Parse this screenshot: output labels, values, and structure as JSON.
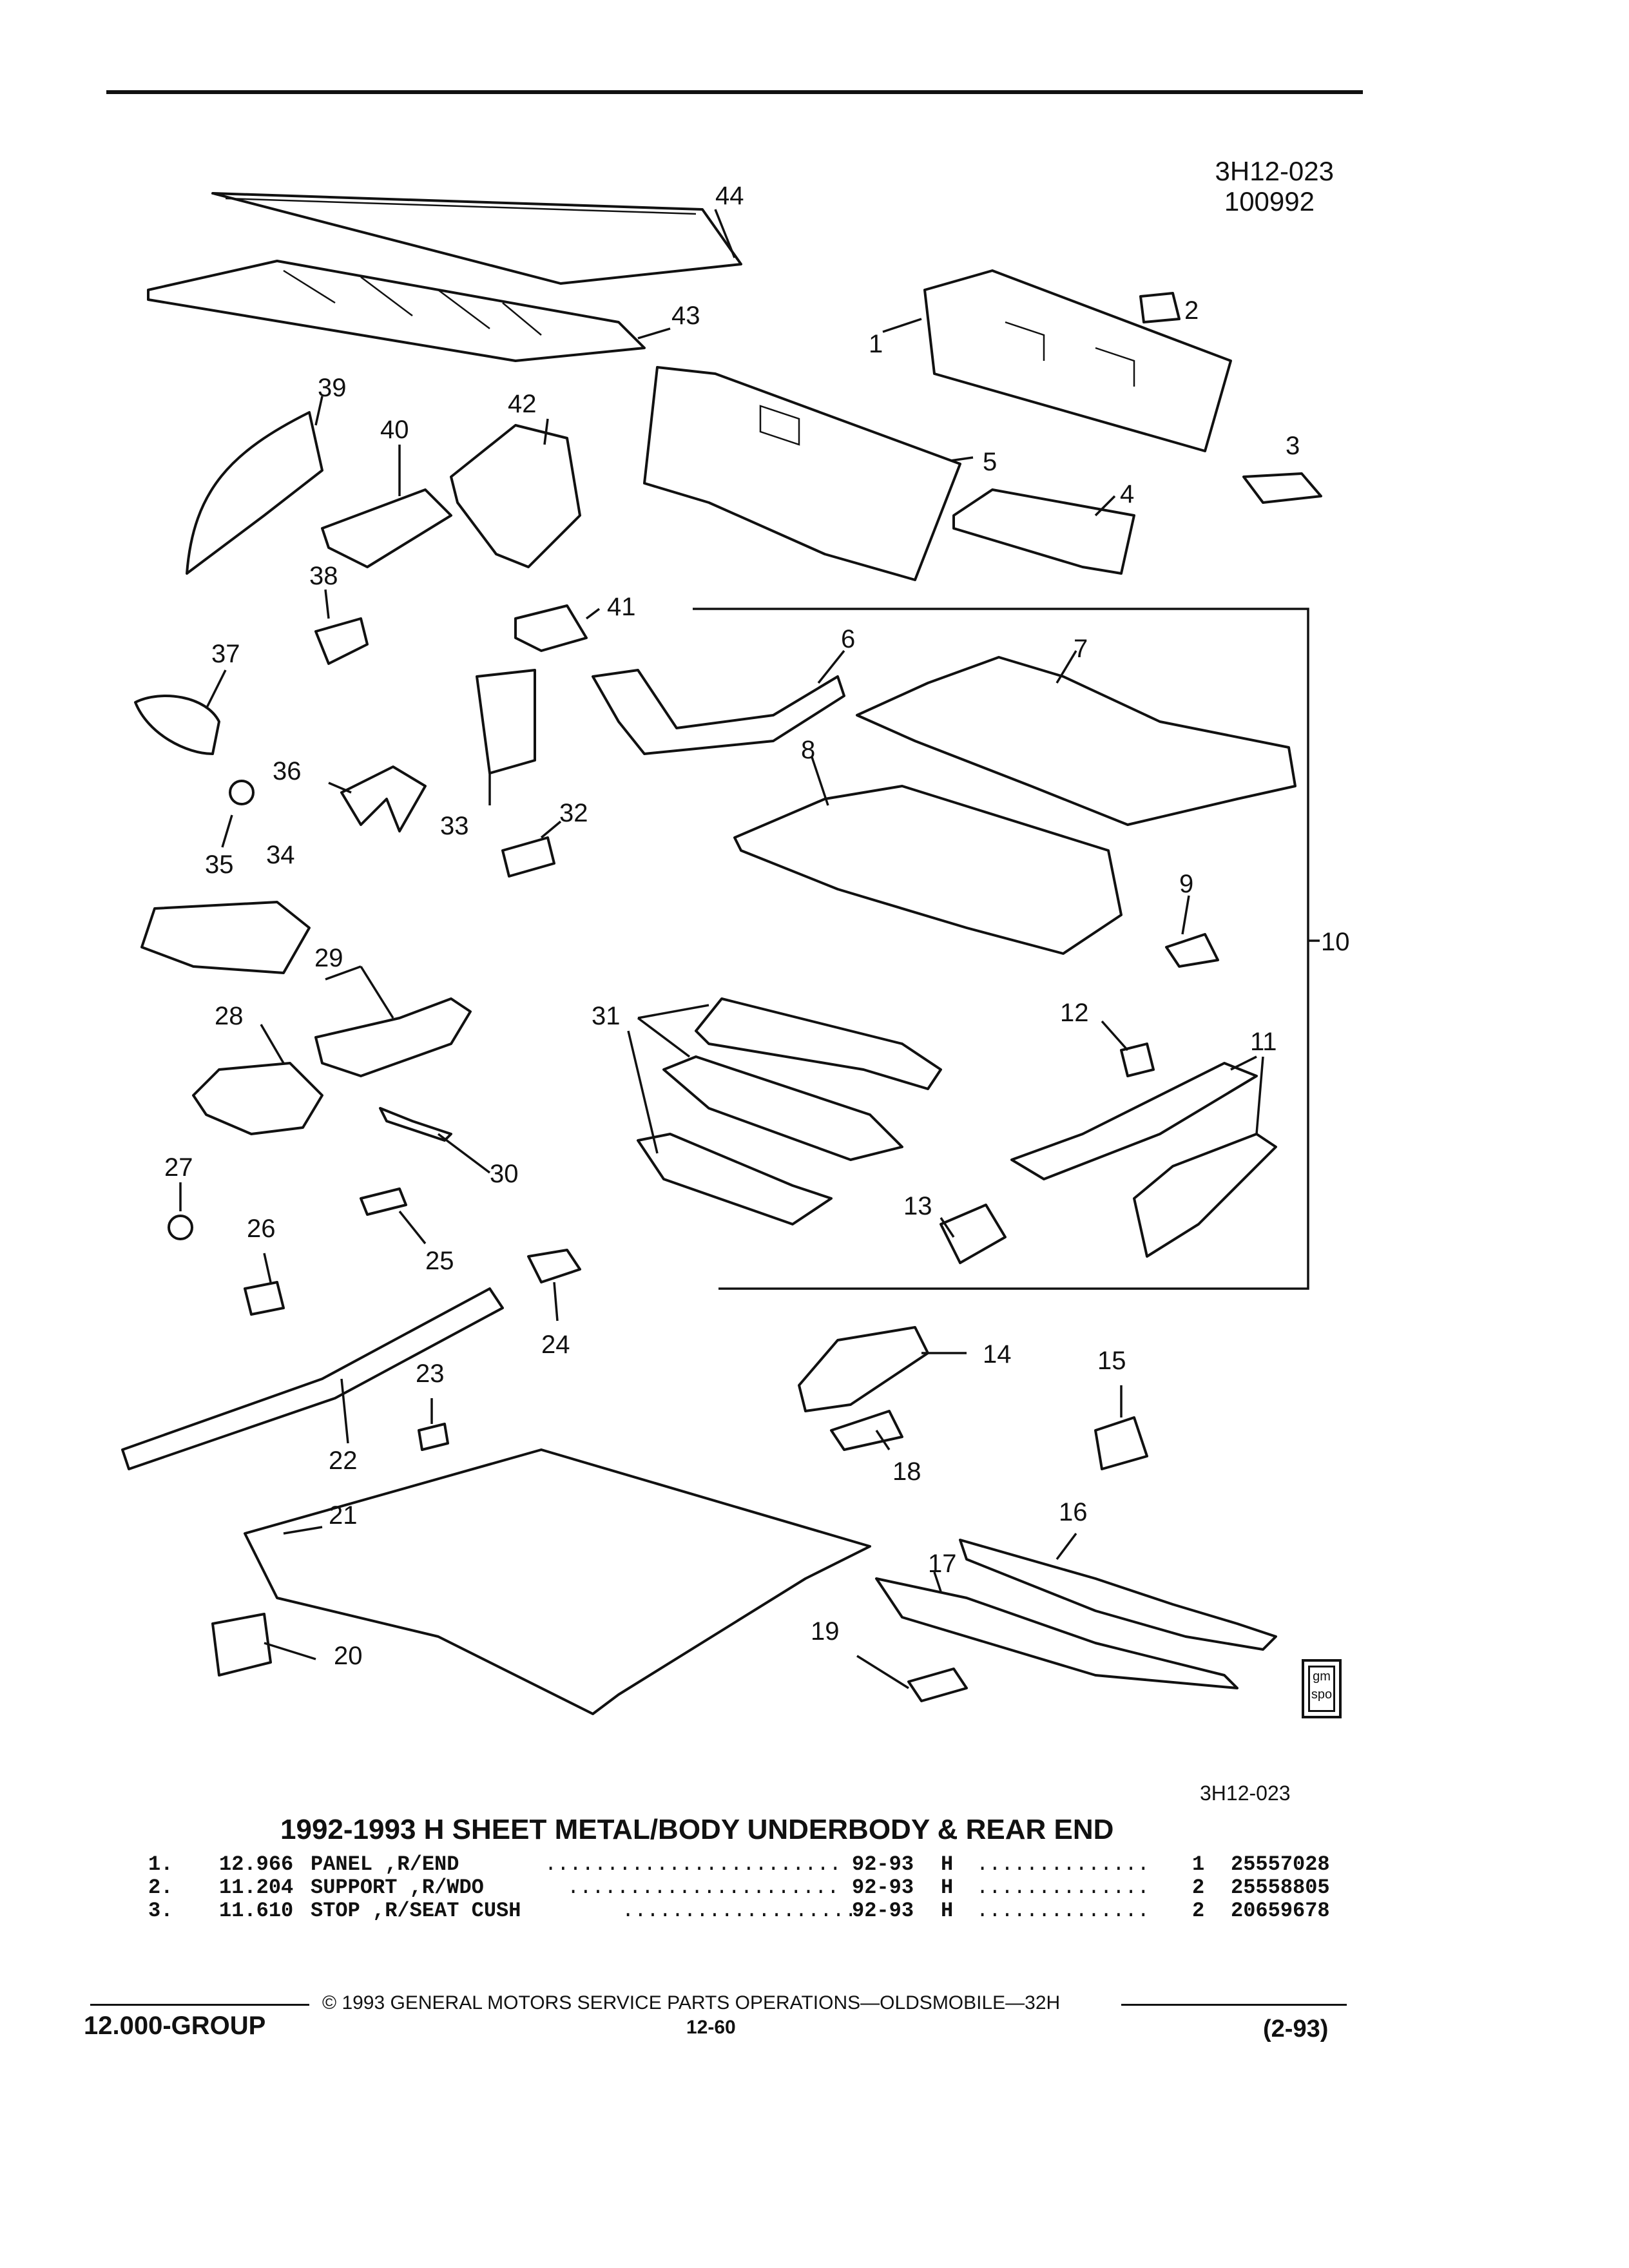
{
  "header": {
    "illustration_code": "3H12-023",
    "date_code": "100992"
  },
  "callouts": {
    "n1": "1",
    "n2": "2",
    "n3": "3",
    "n4": "4",
    "n5": "5",
    "n6": "6",
    "n7": "7",
    "n8": "8",
    "n9": "9",
    "n10": "10",
    "n11": "11",
    "n12": "12",
    "n13": "13",
    "n14": "14",
    "n15": "15",
    "n16": "16",
    "n17": "17",
    "n18": "18",
    "n19": "19",
    "n20": "20",
    "n21": "21",
    "n22": "22",
    "n23": "23",
    "n24": "24",
    "n25": "25",
    "n26": "26",
    "n27": "27",
    "n28": "28",
    "n29": "29",
    "n30": "30",
    "n31": "31",
    "n32": "32",
    "n33": "33",
    "n34": "34",
    "n35": "35",
    "n36": "36",
    "n37": "37",
    "n38": "38",
    "n39": "39",
    "n40": "40",
    "n41": "41",
    "n42": "42",
    "n43": "43",
    "n44": "44"
  },
  "logo": {
    "line1": "gm",
    "line2": "spo"
  },
  "figure_code_bottom": "3H12-023",
  "title": "1992-1993 H SHEET METAL/BODY UNDERBODY & REAR END",
  "parts": [
    {
      "num": "1.",
      "group": "12.966",
      "desc": "PANEL ,R/END",
      "years": "92-93",
      "series": "H",
      "qty": "1",
      "part_no": "25557028"
    },
    {
      "num": "2.",
      "group": "11.204",
      "desc": "SUPPORT ,R/WDO",
      "years": "92-93",
      "series": "H",
      "qty": "2",
      "part_no": "25558805"
    },
    {
      "num": "3.",
      "group": "11.610",
      "desc": "STOP ,R/SEAT CUSH",
      "years": "92-93",
      "series": "H",
      "qty": "2",
      "part_no": "20659678"
    }
  ],
  "footer": {
    "group": "12.000-GROUP",
    "copyright": "© 1993 GENERAL MOTORS SERVICE PARTS OPERATIONS—OLDSMOBILE—32H",
    "page": "12-60",
    "revision": "(2-93)"
  }
}
